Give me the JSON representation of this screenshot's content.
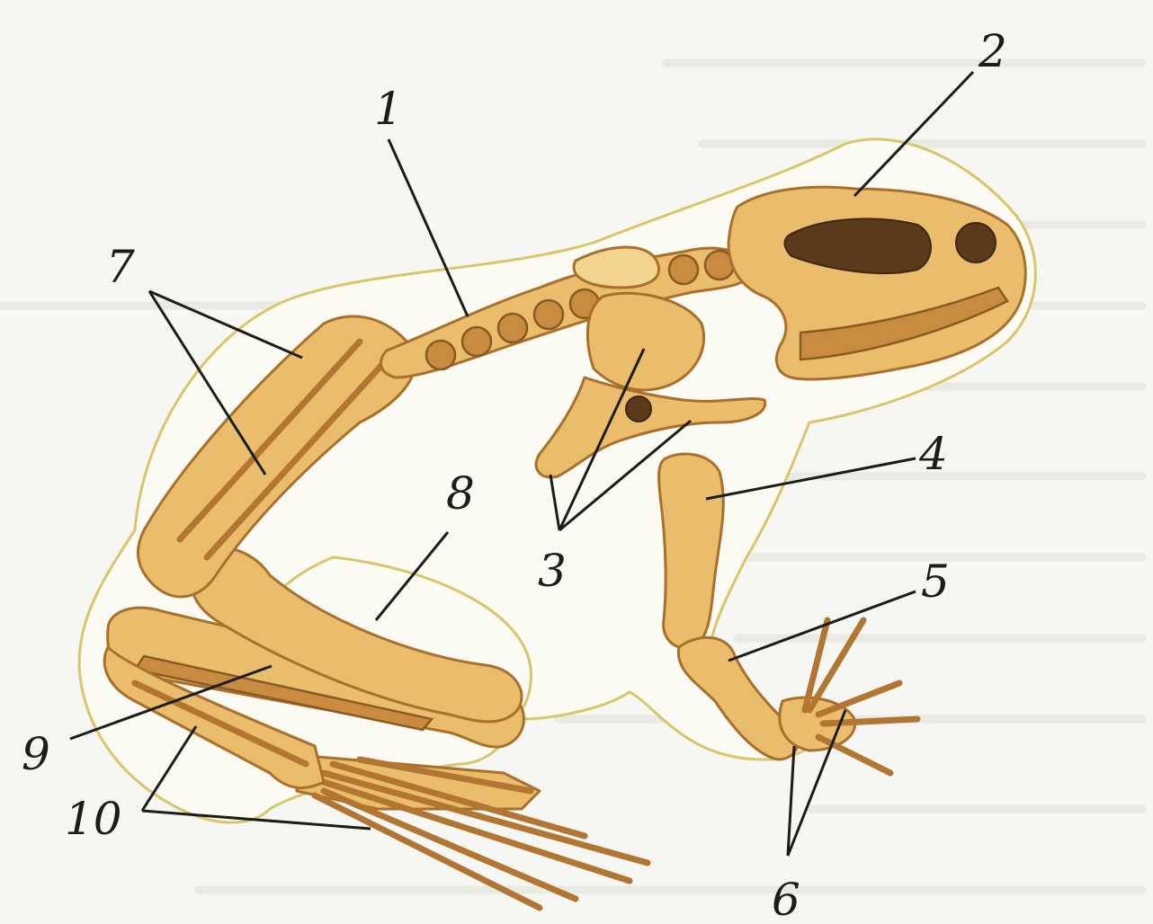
{
  "figure": {
    "labels": [
      {
        "id": "1",
        "text": "1"
      },
      {
        "id": "2",
        "text": "2"
      },
      {
        "id": "3",
        "text": "3"
      },
      {
        "id": "4",
        "text": "4"
      },
      {
        "id": "5",
        "text": "5"
      },
      {
        "id": "6",
        "text": "6"
      },
      {
        "id": "7",
        "text": "7"
      },
      {
        "id": "8",
        "text": "8"
      },
      {
        "id": "9",
        "text": "9"
      },
      {
        "id": "10",
        "text": "10"
      }
    ]
  },
  "colors": {
    "bone": "#e9bd6c",
    "bone_outline": "#a9702c",
    "body_outline": "#d9c56a",
    "label_text": "#1c1c1c"
  }
}
